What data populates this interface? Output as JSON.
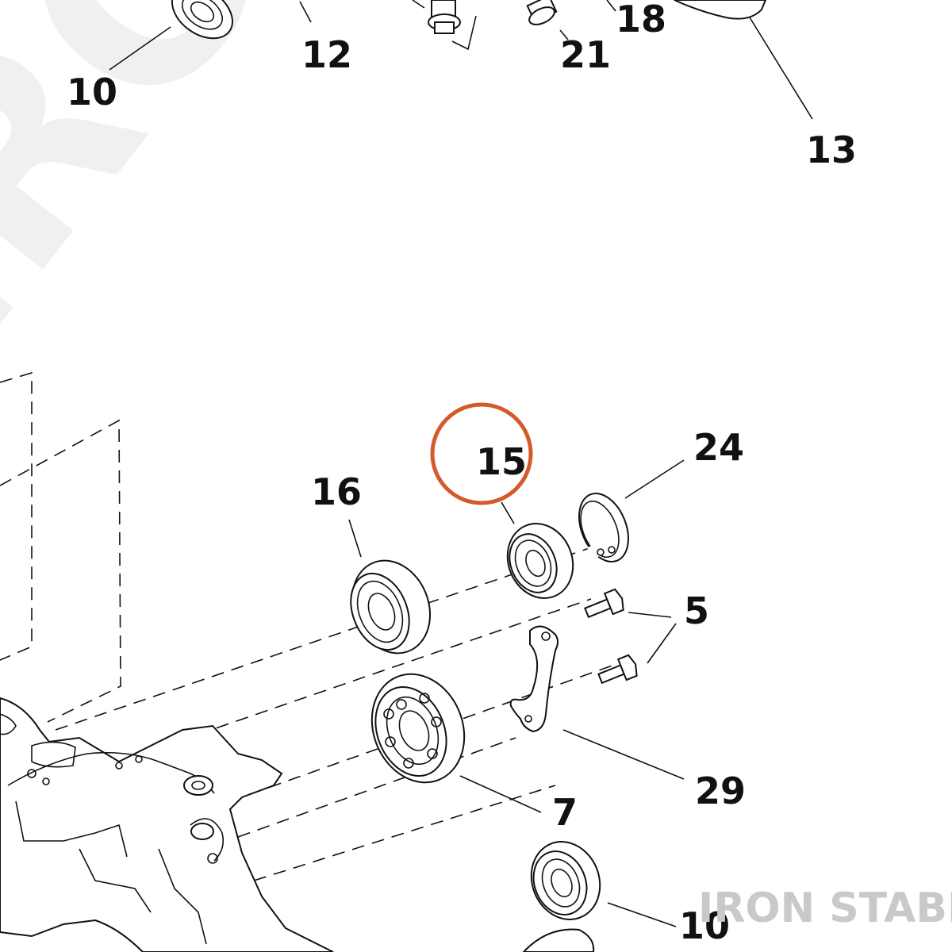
{
  "watermark": {
    "text": "IRON STABLE"
  },
  "labels": {
    "top_12": "12",
    "top_18": "18",
    "top_21": "21",
    "top_10": "10",
    "top_13": "13",
    "p16": "16",
    "p15": "15",
    "p24": "24",
    "p5": "5",
    "p29": "29",
    "p7": "7",
    "bottom_10": "10"
  },
  "brand": {
    "text": "IRON STABLE"
  },
  "highlight": {
    "label": "15",
    "color": "#d35a2a"
  }
}
